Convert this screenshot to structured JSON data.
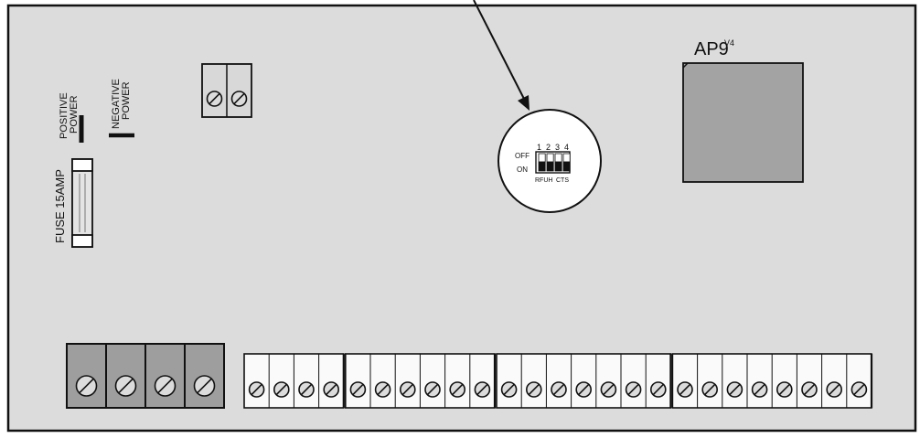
{
  "board": {
    "chip_label": "AP9",
    "chip_superscript": "V4",
    "positive_power": [
      "POSITIVE",
      "POWER"
    ],
    "negative_power": [
      "NEGATIVE",
      "POWER"
    ],
    "fuse_label": "FUSE 15AMP"
  },
  "dip_switch": {
    "off_label": "OFF",
    "on_label": "ON",
    "numbers": [
      "1",
      "2",
      "3",
      "4"
    ],
    "function_left": "RFUH",
    "function_right": "CTS",
    "switch_states": [
      "on",
      "on",
      "on",
      "on"
    ]
  },
  "terminals": {
    "top_block_count": 2,
    "large_block_count": 4,
    "small_block_groups": [
      4,
      6,
      7,
      8
    ]
  },
  "colors": {
    "board_fill": "#dcdcdc",
    "chip_fill": "#a3a3a3",
    "large_terminal_fill": "#9e9e9e",
    "outline": "#111111"
  }
}
